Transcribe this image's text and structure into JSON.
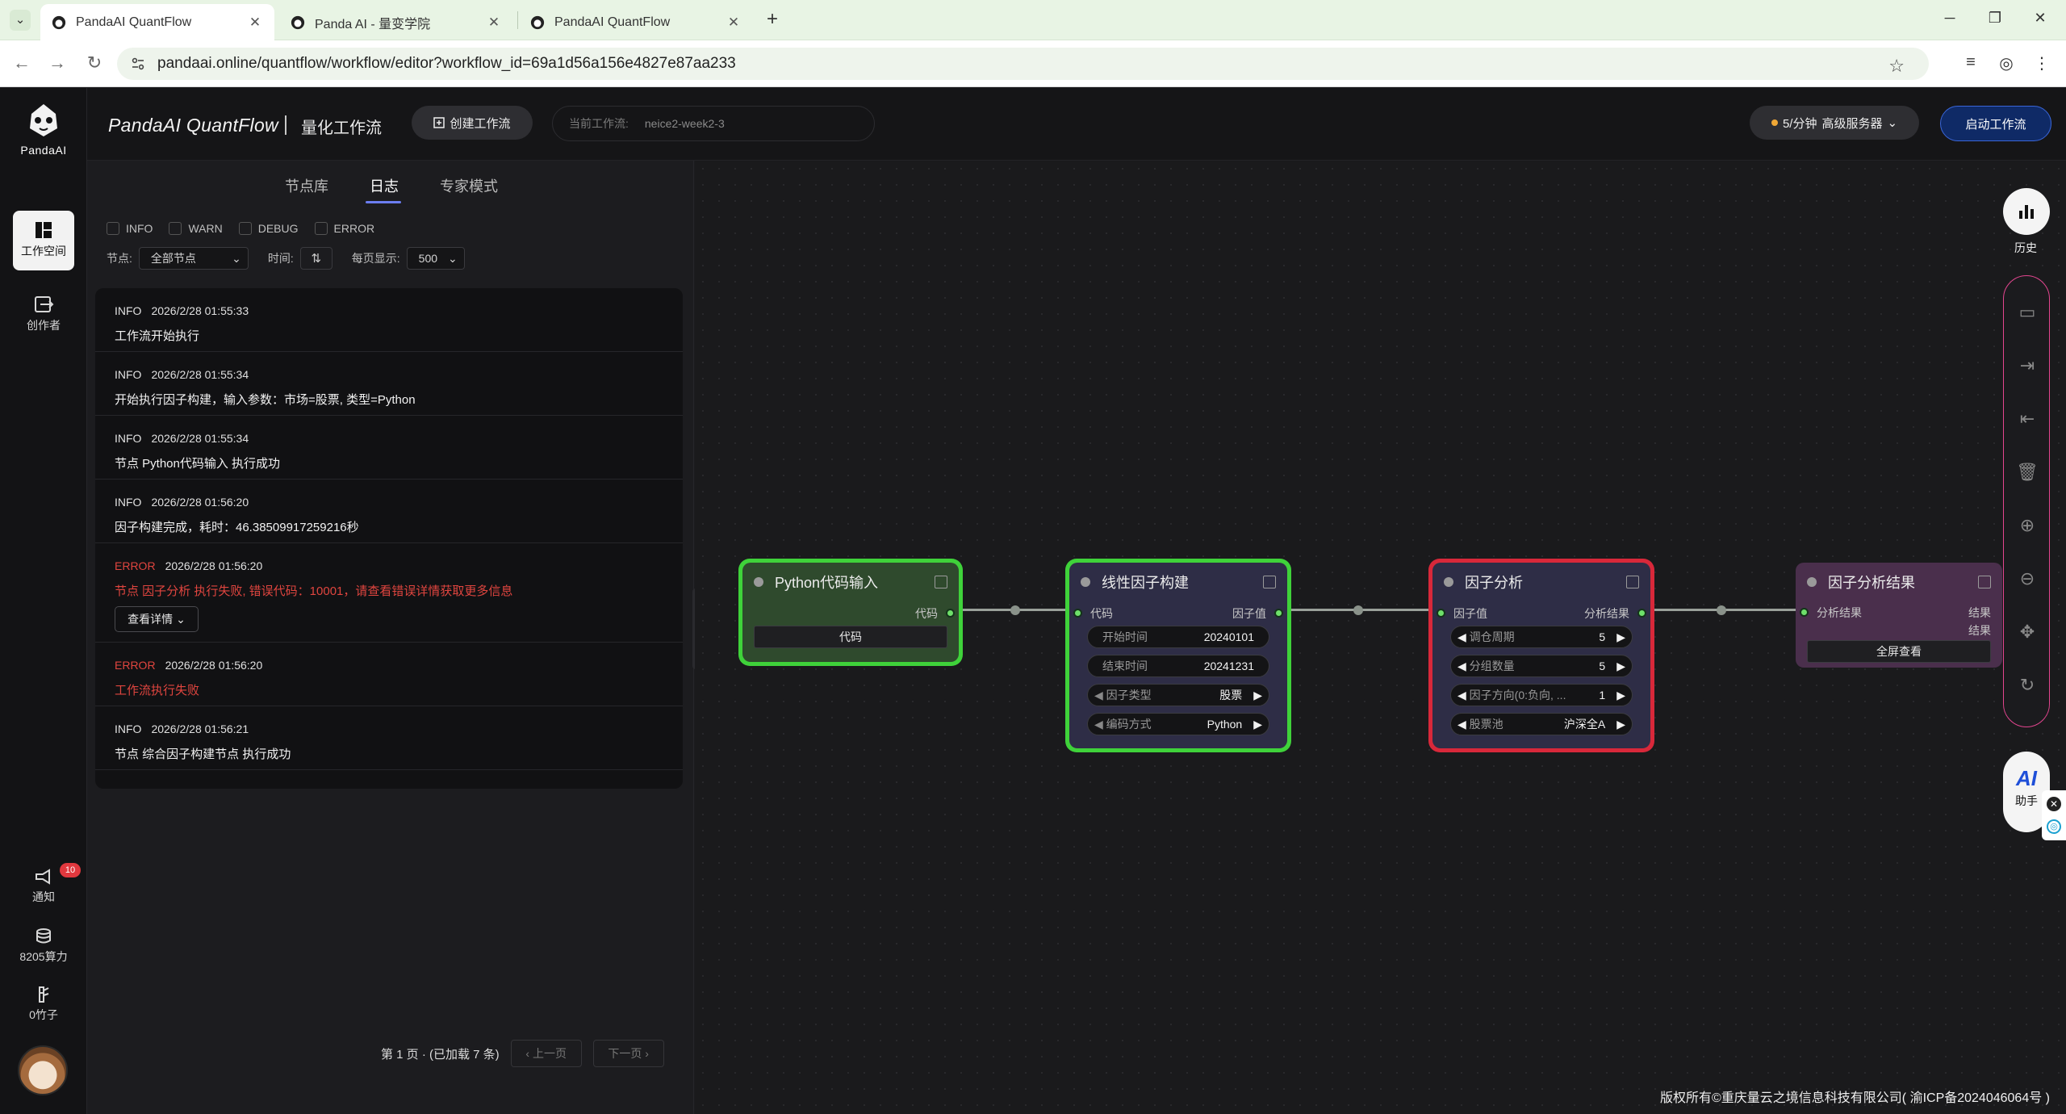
{
  "browser": {
    "tabs": [
      {
        "title": "PandaAI QuantFlow",
        "active": true
      },
      {
        "title": "Panda AI - 量变学院",
        "active": false
      },
      {
        "title": "PandaAI QuantFlow",
        "active": false
      }
    ],
    "url": "pandaai.online/quantflow/workflow/editor?workflow_id=69a1d56a156e4827e87aa233"
  },
  "rail": {
    "logo_text": "PandaAI",
    "items": [
      {
        "label": "工作空间",
        "icon": "workspace-icon",
        "active": true
      },
      {
        "label": "创作者",
        "icon": "creator-icon",
        "active": false
      }
    ],
    "bottom": [
      {
        "label": "通知",
        "icon": "megaphone-icon",
        "badge": "10"
      },
      {
        "label": "8205算力",
        "icon": "database-icon"
      },
      {
        "label": "0竹子",
        "icon": "bamboo-icon"
      }
    ]
  },
  "topbar": {
    "app_name": "PandaAI QuantFlow",
    "app_subtitle": "量化工作流",
    "create_label": "创建工作流",
    "current_label": "当前工作流:",
    "current_name": "neice2-week2-3",
    "server_rate": "5/分钟",
    "server_name": "高级服务器",
    "start_label": "启动工作流"
  },
  "panel": {
    "tabs": [
      "节点库",
      "日志",
      "专家模式"
    ],
    "active_tab": 1,
    "levels": [
      "INFO",
      "WARN",
      "DEBUG",
      "ERROR"
    ],
    "node_label": "节点:",
    "node_value": "全部节点",
    "time_label": "时间:",
    "page_size_label": "每页显示:",
    "page_size_value": "500",
    "logs": [
      {
        "level": "INFO",
        "time": "2026/2/28 01:55:33",
        "message": "工作流开始执行"
      },
      {
        "level": "INFO",
        "time": "2026/2/28 01:55:34",
        "message": "开始执行因子构建，输入参数：市场=股票, 类型=Python"
      },
      {
        "level": "INFO",
        "time": "2026/2/28 01:55:34",
        "message": "节点 Python代码输入 执行成功"
      },
      {
        "level": "INFO",
        "time": "2026/2/28 01:56:20",
        "message": "因子构建完成，耗时：46.38509917259216秒"
      },
      {
        "level": "ERROR",
        "time": "2026/2/28 01:56:20",
        "message": "节点 因子分析 执行失败, 错误代码：10001，请查看错误详情获取更多信息",
        "detail_label": "查看详情"
      },
      {
        "level": "ERROR",
        "time": "2026/2/28 01:56:20",
        "message": "工作流执行失败"
      },
      {
        "level": "INFO",
        "time": "2026/2/28 01:56:21",
        "message": "节点 综合因子构建节点 执行成功"
      }
    ],
    "pager_text": "第 1 页 · (已加载 7 条)",
    "prev_label": "上一页",
    "next_label": "下一页"
  },
  "nodes": {
    "python_input": {
      "title": "Python代码输入",
      "output": "代码",
      "button": "代码",
      "border": "#3fd23a",
      "fill": "#2f4a2d"
    },
    "linear_factor": {
      "title": "线性因子构建",
      "input": "代码",
      "output": "因子值",
      "border": "#3fd23a",
      "fill": "#2e2d46",
      "fields": [
        {
          "label": "开始时间",
          "value": "20240101",
          "arrows": false
        },
        {
          "label": "结束时间",
          "value": "20241231",
          "arrows": false
        },
        {
          "label": "因子类型",
          "value": "股票",
          "arrows": true
        },
        {
          "label": "编码方式",
          "value": "Python",
          "arrows": true
        }
      ]
    },
    "factor_analysis": {
      "title": "因子分析",
      "input": "因子值",
      "output": "分析结果",
      "border": "#d8283a",
      "fill": "#2e2d46",
      "fields": [
        {
          "label": "调仓周期",
          "value": "5",
          "arrows": true
        },
        {
          "label": "分组数量",
          "value": "5",
          "arrows": true
        },
        {
          "label": "因子方向(0:负向, ...",
          "value": "1",
          "arrows": true
        },
        {
          "label": "股票池",
          "value": "沪深全A",
          "arrows": true
        }
      ]
    },
    "factor_result": {
      "title": "因子分析结果",
      "input": "分析结果",
      "output1": "结果",
      "output2": "结果",
      "button": "全屏查看",
      "fill": "#4a2f4c"
    }
  },
  "tools": {
    "history_label": "历史",
    "assistant_label": "助手",
    "assistant_glyph": "AI",
    "strip_icons": [
      "save-icon",
      "export-icon",
      "import-icon",
      "delete-icon",
      "zoom-in-icon",
      "zoom-out-icon",
      "fit-view-icon",
      "reset-icon"
    ]
  },
  "footer": "版权所有©重庆量云之境信息科技有限公司( 渝ICP备2024046064号 )"
}
